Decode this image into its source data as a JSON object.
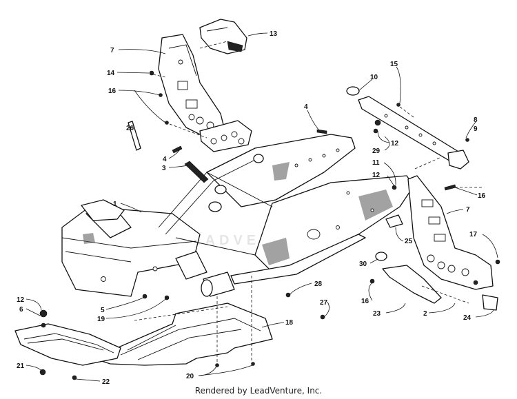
{
  "callouts": {
    "c13": "13",
    "c7a": "7",
    "c14": "14",
    "c16a": "16",
    "c26": "26",
    "c4a": "4",
    "c3": "3",
    "c1": "1",
    "c4b": "4",
    "c15": "15",
    "c10": "10",
    "c8": "8",
    "c9": "9",
    "c12a": "12",
    "c29": "29",
    "c11": "11",
    "c12b": "12",
    "c16b": "16",
    "c7b": "7",
    "c17": "17",
    "c25": "25",
    "c30": "30",
    "c28": "28",
    "c27": "27",
    "c16c": "16",
    "c23": "23",
    "c2": "2",
    "c24": "24",
    "c5": "5",
    "c19": "19",
    "c12c": "12",
    "c6": "6",
    "c18": "18",
    "c21": "21",
    "c22": "22",
    "c20": "20"
  },
  "watermark": "LEADVENTURE",
  "credit": "Rendered by LeadVenture, Inc."
}
